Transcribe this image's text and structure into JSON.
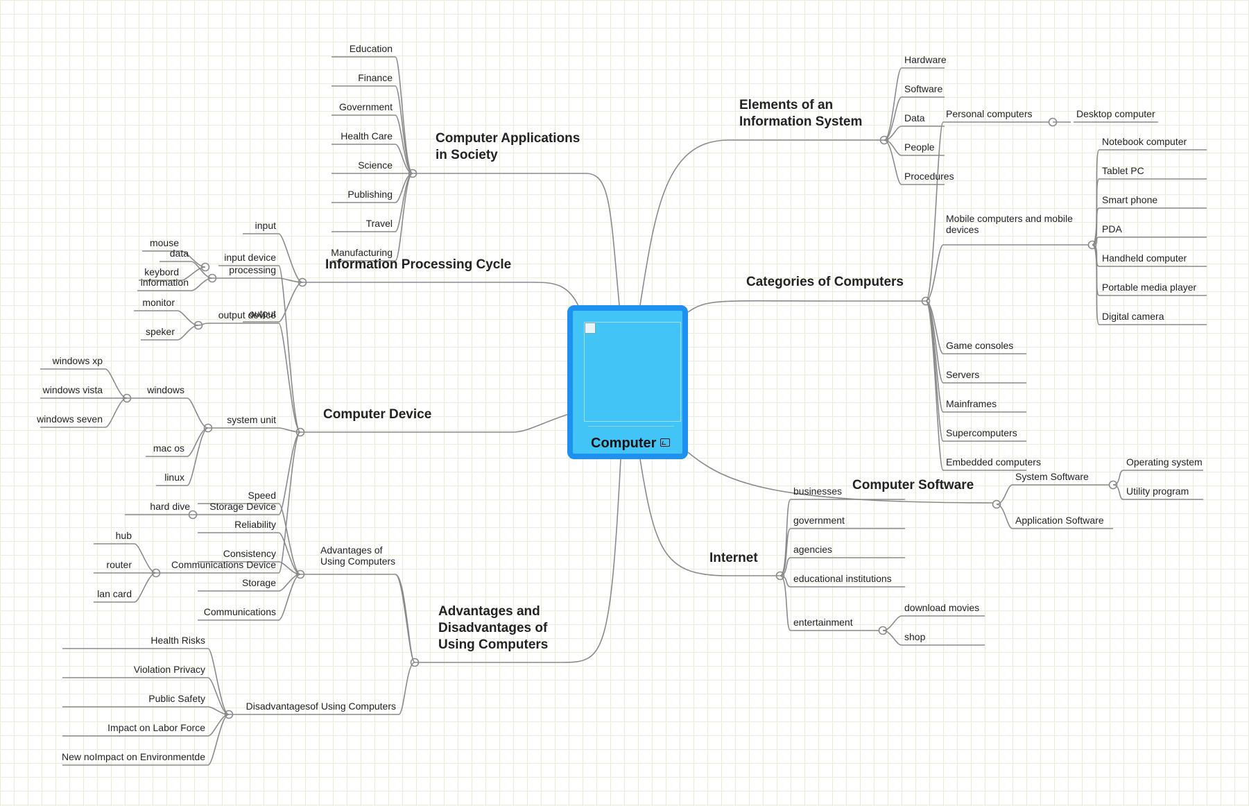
{
  "root": {
    "title": "Computer",
    "icon": "image-icon"
  },
  "branches": {
    "applications": {
      "title": "Computer Applications in Society",
      "items": [
        "Education",
        "Finance",
        "Government",
        "Health Care",
        "Science",
        "Publishing",
        "Travel",
        "Manufacturing"
      ]
    },
    "processing_cycle": {
      "title": "Information Processing Cycle",
      "input": "input",
      "processing": "processing",
      "output": "output",
      "mouse": "mouse",
      "data": "data",
      "keybord": "keybord",
      "information": "information"
    },
    "device": {
      "title": "Computer Device",
      "input_device": "input device",
      "output_device": "output device",
      "monitor": "monitor",
      "speker": "speker",
      "system_unit": "system unit",
      "windows": "windows",
      "windows_versions": [
        "windows xp",
        "windows vista",
        "windows seven"
      ],
      "mac_os": "mac os",
      "linux": "linux",
      "storage_device": "Storage Device",
      "hard_dive": "hard dive",
      "communications_device": "Communications Device",
      "comm_items": [
        "hub",
        "router",
        "lan card"
      ]
    },
    "adv_disadv": {
      "title": "Advantages and Disadvantages of Using Computers",
      "advantages_title": "Advantages of Using Computers",
      "advantages": [
        "Speed",
        "Reliability",
        "Consistency",
        "Storage",
        "Communications"
      ],
      "disadvantages_title": "Disadvantagesof Using Computers",
      "disadvantages": [
        "Health Risks",
        "Violation Privacy",
        "Public Safety",
        "Impact on Labor Force",
        "New noImpact on Environmentde"
      ]
    },
    "elements": {
      "title": "Elements of an Information System",
      "items": [
        "Hardware",
        "Software",
        "Data",
        "People",
        "Procedures"
      ]
    },
    "categories": {
      "title": "Categories of Computers",
      "personal": "Personal computers",
      "desktop": "Desktop computer",
      "mobile": "Mobile computers and mobile devices",
      "mobile_items": [
        "Notebook computer",
        "Tablet PC",
        "Smart phone",
        "PDA",
        "Handheld computer",
        "Portable media player",
        "Digital camera"
      ],
      "others": [
        "Game consoles",
        "Servers",
        "Mainframes",
        "Supercomputers",
        "Embedded computers"
      ]
    },
    "software": {
      "title": "Computer Software",
      "system": "System Software",
      "system_items": [
        "Operating system",
        "Utility program"
      ],
      "application": "Application Software"
    },
    "internet": {
      "title": "Internet",
      "items": [
        "businesses",
        "government",
        "agencies",
        "educational institutions"
      ],
      "entertainment": "entertainment",
      "entertainment_items": [
        "download movies",
        "shop"
      ]
    }
  }
}
